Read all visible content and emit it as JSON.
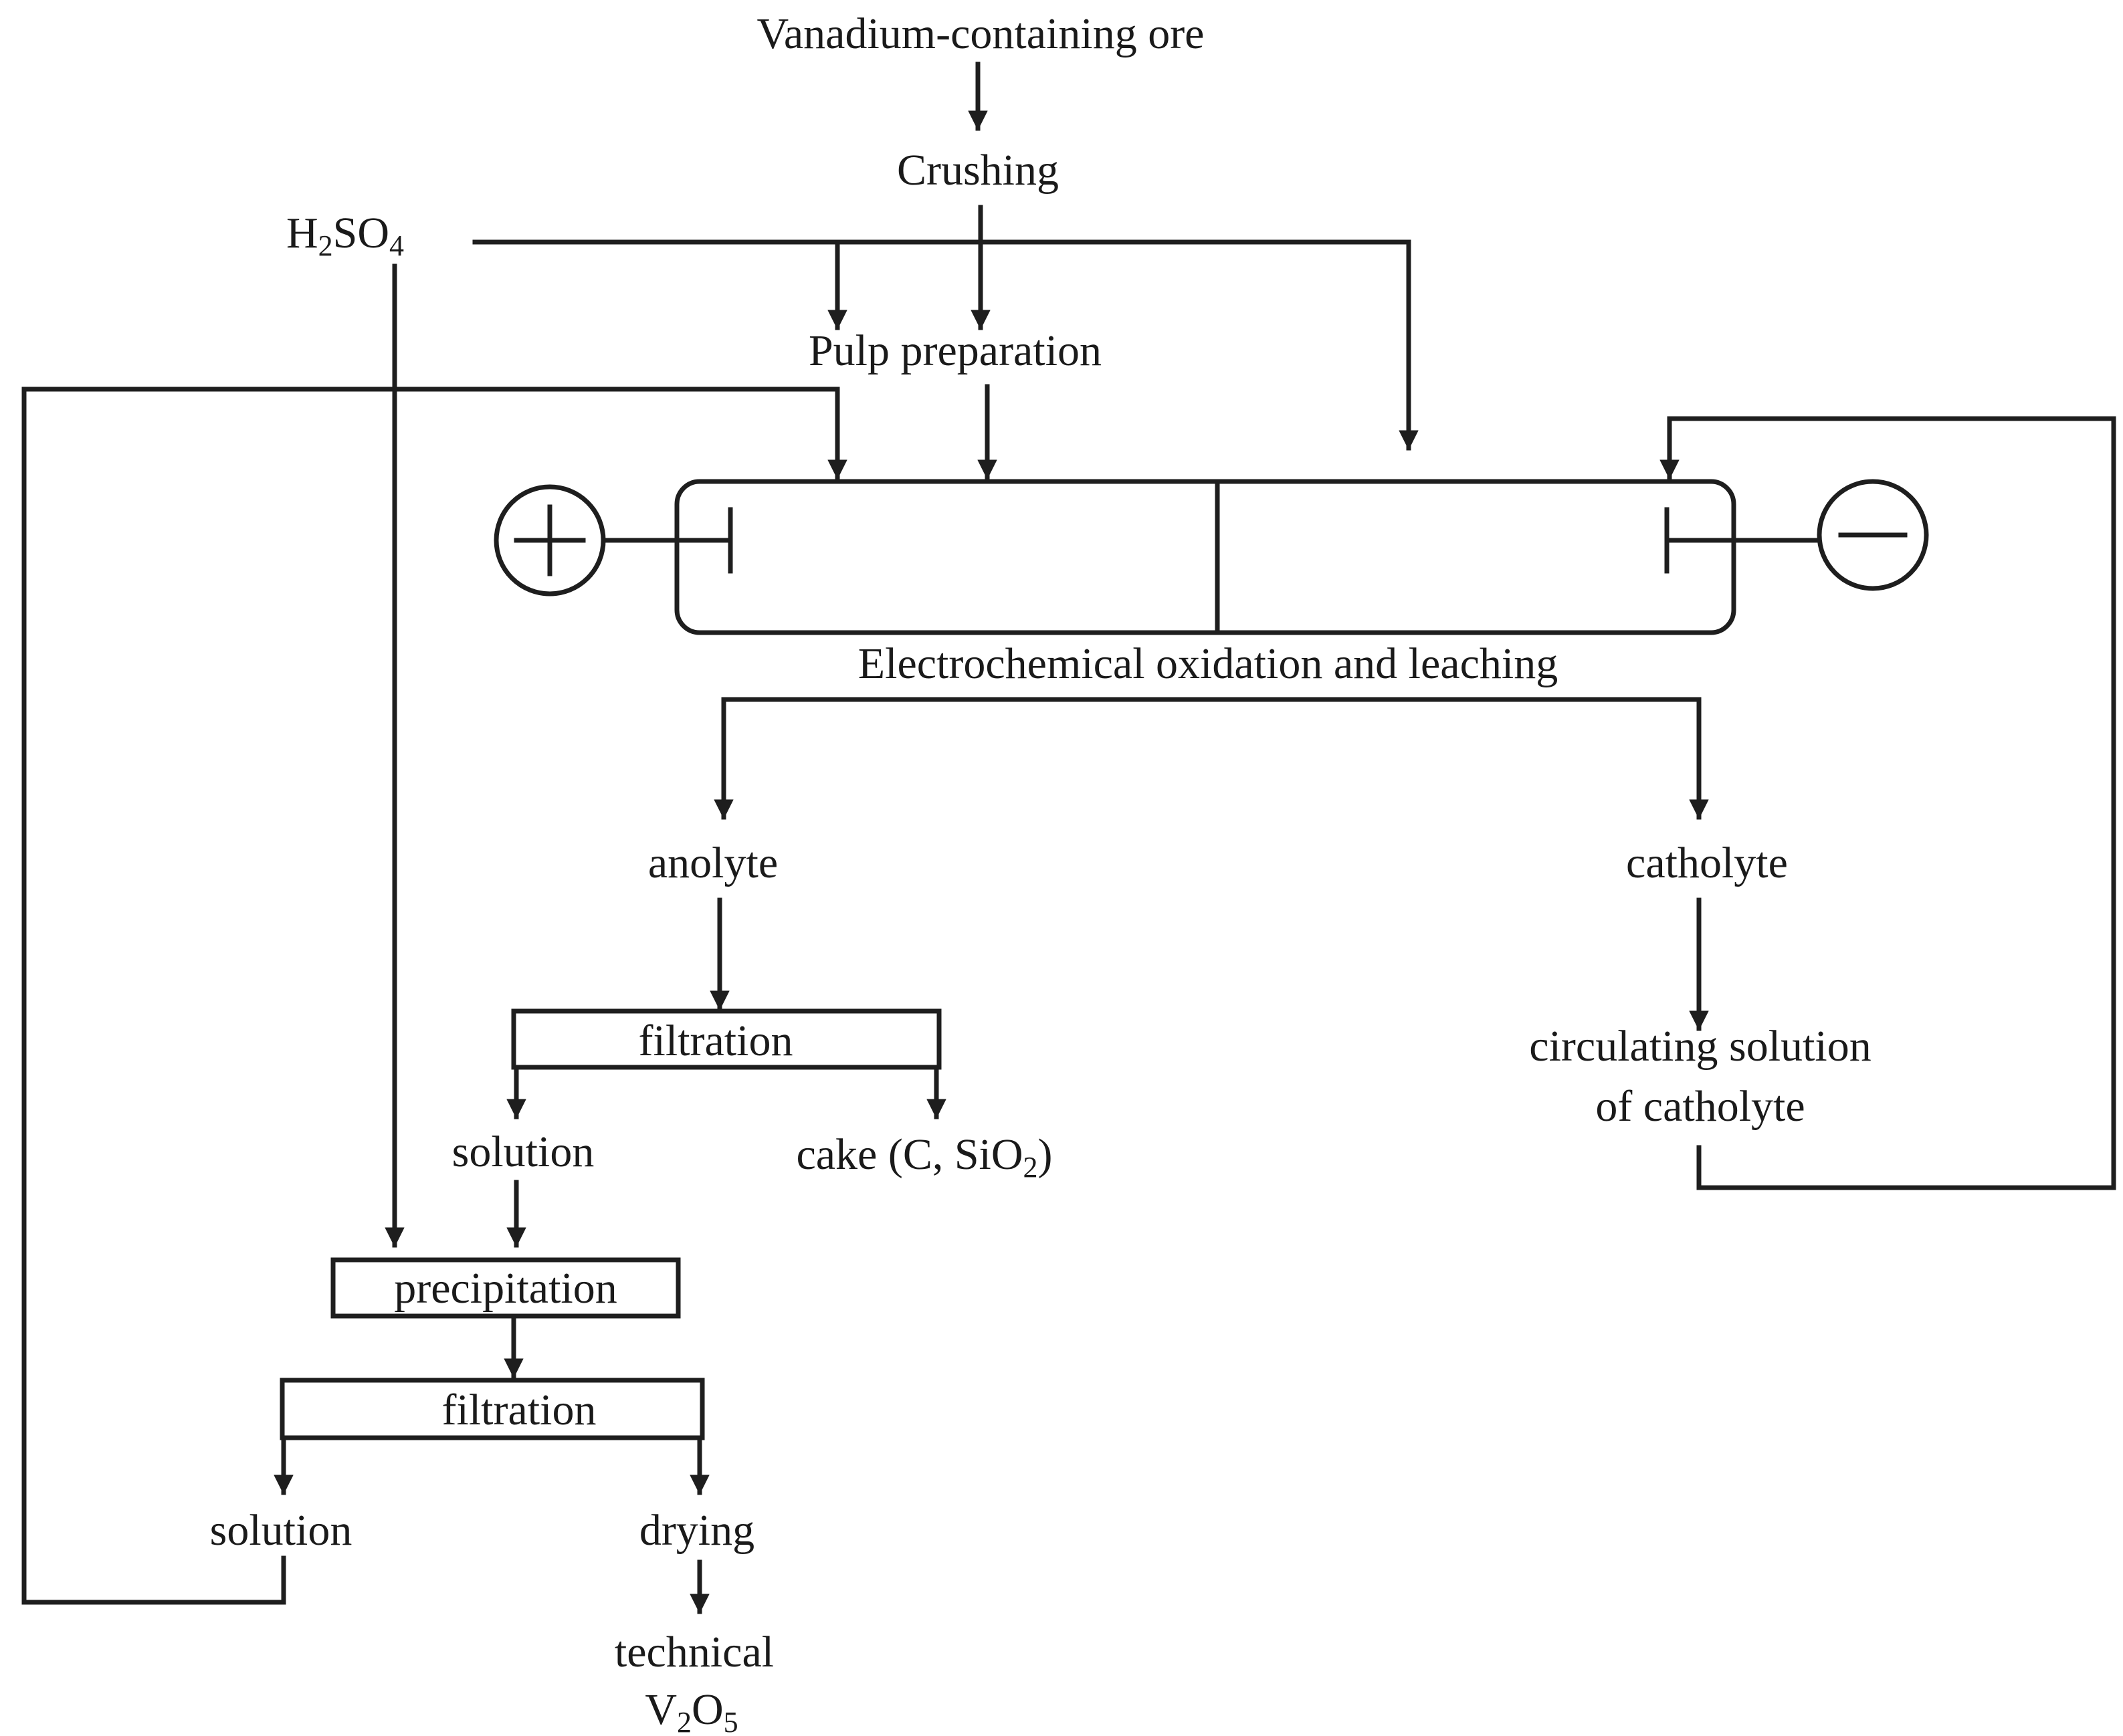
{
  "diagram": {
    "title": "Flowsheet for the processing of vanadium-containing ore",
    "nodes": {
      "ore": "Vanadium-containing ore",
      "crushing": "Crushing",
      "acid": "H2SO4",
      "pulp": "Pulp preparation",
      "electrolyzer": "Electrochemical oxidation and leaching",
      "anode_symbol": "+",
      "cathode_symbol": "−",
      "anolyte": "anolyte",
      "catholyte": "catholyte",
      "filtration_1": "filtration",
      "solution_1": "solution",
      "cake": "cake (C, SiO2)",
      "circulating_line1": "circulating solution",
      "circulating_line2": "of catholyte",
      "precipitation": "precipitation",
      "filtration_2": "filtration",
      "solution_2": "solution",
      "drying": "drying",
      "product_line1": "technical",
      "product_line2": "V2O5"
    }
  }
}
